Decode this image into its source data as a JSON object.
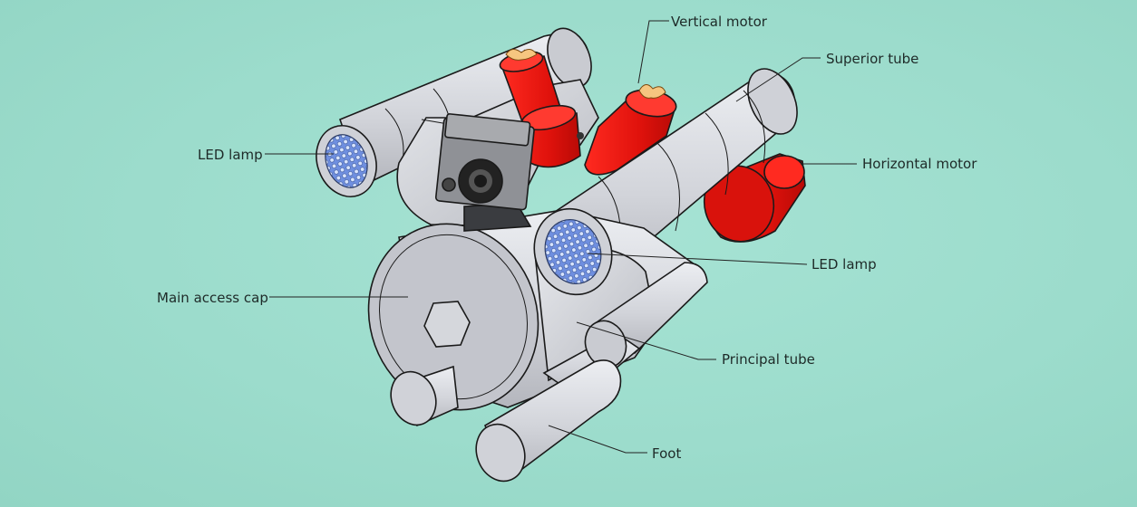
{
  "labels": {
    "vertical_motor": "Vertical motor",
    "superior_tube": "Superior tube",
    "led_lamp_left": "LED lamp",
    "horizontal_motor": "Horizontal motor",
    "led_lamp_right": "LED lamp",
    "main_access_cap": "Main access cap",
    "principal_tube": "Principal tube",
    "foot": "Foot"
  },
  "colors": {
    "background": "#9cdccc",
    "tube": "#d4d6dc",
    "motor": "#e8140e",
    "led": "#7d9fe4",
    "camera": "#8a8c90"
  }
}
